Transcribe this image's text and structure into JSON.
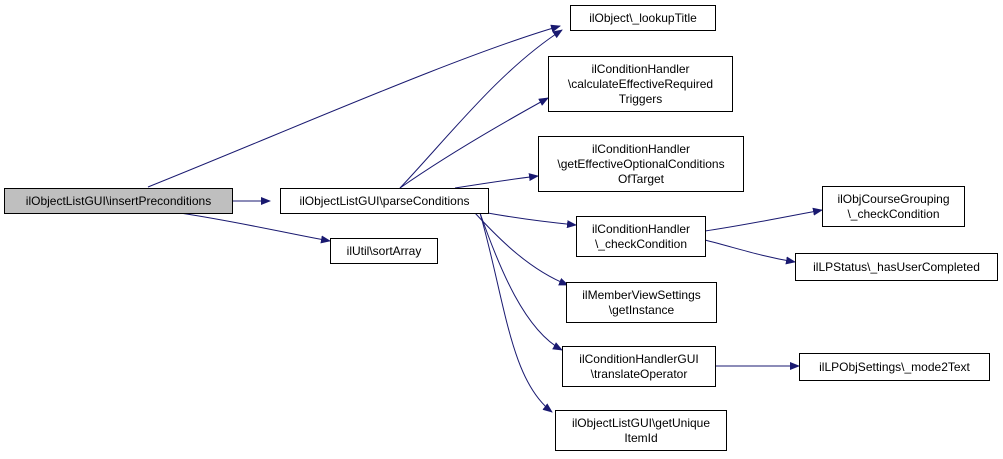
{
  "graph": {
    "root": {
      "lines": [
        "ilObjectListGUI\\insertPreconditions"
      ]
    },
    "parse_conditions": {
      "lines": [
        "ilObjectListGUI\\parseConditions"
      ]
    },
    "sort_array": {
      "lines": [
        "ilUtil\\sortArray"
      ]
    },
    "lookup_title": {
      "lines": [
        "ilObject\\_lookupTitle"
      ]
    },
    "calc_required": {
      "lines": [
        "ilConditionHandler",
        "\\calculateEffectiveRequired",
        "Triggers"
      ]
    },
    "get_optional": {
      "lines": [
        "ilConditionHandler",
        "\\getEffectiveOptionalConditions",
        "OfTarget"
      ]
    },
    "check_condition": {
      "lines": [
        "ilConditionHandler",
        "\\_checkCondition"
      ]
    },
    "member_view": {
      "lines": [
        "ilMemberViewSettings",
        "\\getInstance"
      ]
    },
    "translate_op": {
      "lines": [
        "ilConditionHandlerGUI",
        "\\translateOperator"
      ]
    },
    "unique_item": {
      "lines": [
        "ilObjectListGUI\\getUnique",
        "ItemId"
      ]
    },
    "course_grouping": {
      "lines": [
        "ilObjCourseGrouping",
        "\\_checkCondition"
      ]
    },
    "lp_status": {
      "lines": [
        "ilLPStatus\\_hasUserCompleted"
      ]
    },
    "mode2text": {
      "lines": [
        "ilLPObjSettings\\_mode2Text"
      ]
    }
  },
  "colors": {
    "edge": "#191970",
    "root_fill": "#bfbfbf",
    "node_fill": "#ffffff",
    "border": "#000000"
  }
}
